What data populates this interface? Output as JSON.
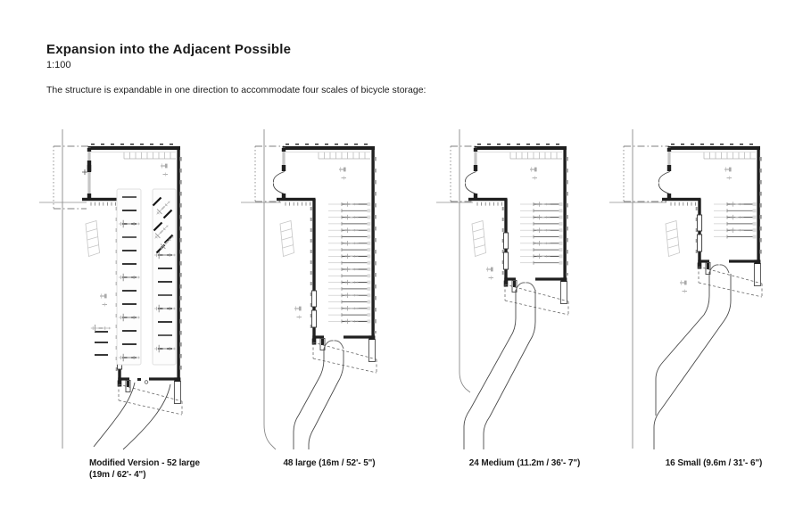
{
  "page": {
    "title": "Expansion into the Adjacent Possible",
    "scale": "1:100",
    "description": "The structure is expandable in one direction to accommodate four scales of bicycle storage:"
  },
  "plans": [
    {
      "id": "modified-52-large",
      "caption_line1": "Modified Version - 52 large",
      "caption_line2": "(19m / 62'- 4\")"
    },
    {
      "id": "48-large",
      "caption_line1": "48 large (16m / 52'- 5\")"
    },
    {
      "id": "24-medium",
      "caption_line1": "24 Medium (11.2m / 36'- 7\")"
    },
    {
      "id": "16-small",
      "caption_line1": "16 Small (9.6m / 31'- 6\")"
    }
  ]
}
